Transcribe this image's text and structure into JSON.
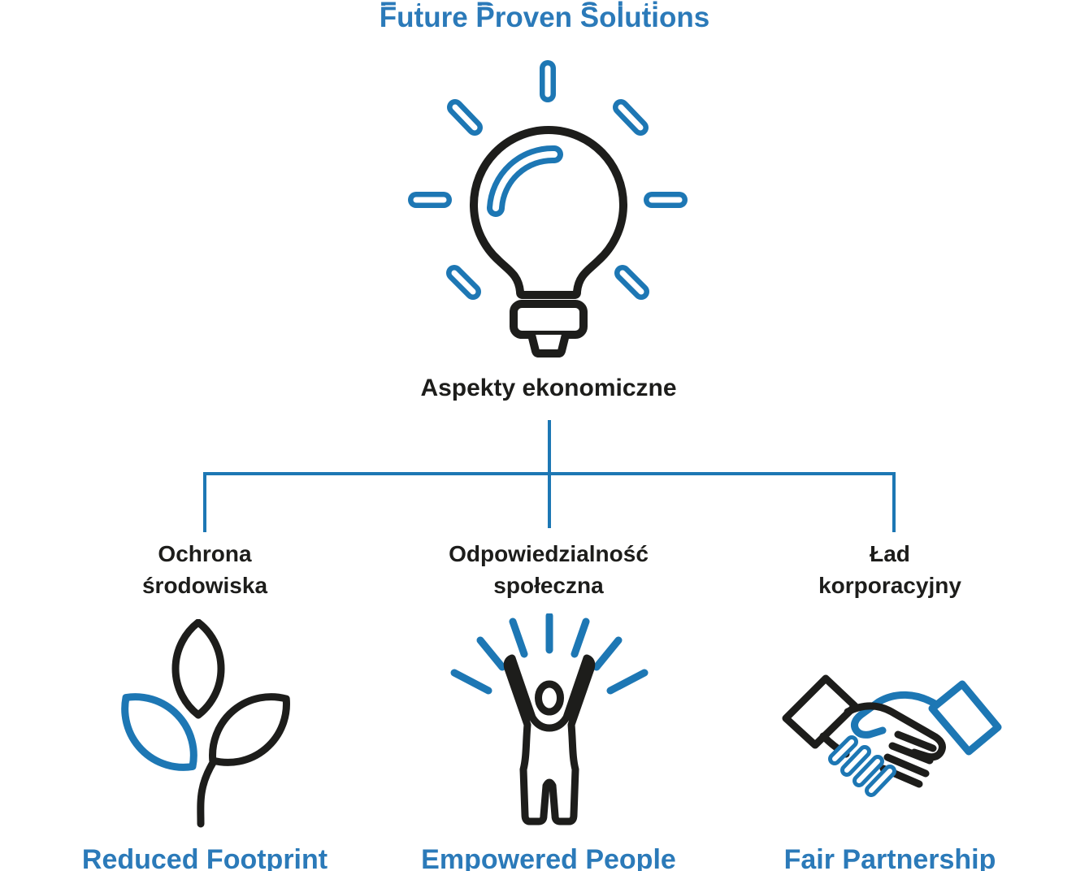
{
  "title": "Future Proven Solutions",
  "subtitle": "Aspekty ekonomiczne",
  "colors": {
    "accent_blue": "#1d77b4",
    "text_blue": "#2b7ab9",
    "outline_dark": "#1d1d1b",
    "background": "#ffffff"
  },
  "icons": {
    "top": "lightbulb-idea-icon",
    "column1": "plant-sprout-icon",
    "column2": "empowered-person-icon",
    "column3": "handshake-icon"
  },
  "columns": [
    {
      "id": "environment",
      "label_lines": [
        "Ochrona",
        "środowiska"
      ],
      "caption": "Reduced Footprint"
    },
    {
      "id": "social-responsibility",
      "label_lines": [
        "Odpowiedzialność",
        "społeczna"
      ],
      "caption": "Empowered People"
    },
    {
      "id": "corporate-governance",
      "label_lines": [
        "Ład",
        "korporacyjny"
      ],
      "caption": "Fair Partnership"
    }
  ]
}
